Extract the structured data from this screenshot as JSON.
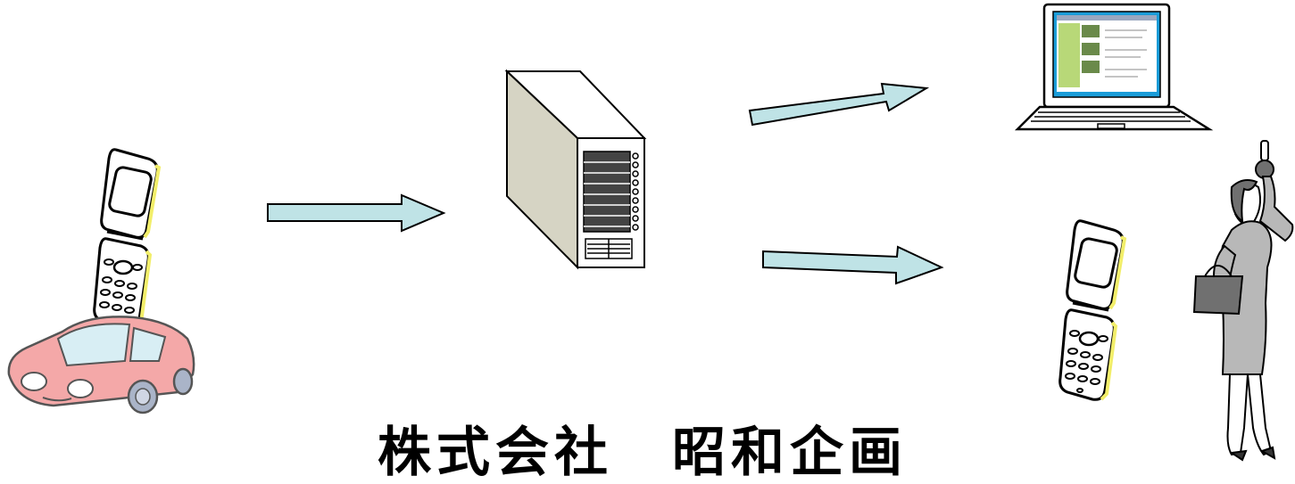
{
  "diagram": {
    "footer_text": "株式会社　昭和企画",
    "nodes": [
      {
        "id": "source-phone",
        "icon": "flip-phone-icon"
      },
      {
        "id": "car",
        "icon": "car-icon"
      },
      {
        "id": "server",
        "icon": "server-tower-icon"
      },
      {
        "id": "laptop",
        "icon": "laptop-icon"
      },
      {
        "id": "receiver-phone",
        "icon": "flip-phone-icon"
      },
      {
        "id": "businesswoman",
        "icon": "businesswoman-icon"
      }
    ],
    "edges": [
      {
        "from": "source-phone",
        "to": "server"
      },
      {
        "from": "server",
        "to": "laptop"
      },
      {
        "from": "server",
        "to": "receiver-phone"
      }
    ],
    "colors": {
      "arrow_fill": "#bfe3e6",
      "car_body": "#f4a8a8",
      "server_body": "#d6d4c4",
      "laptop_screen": "#1a9cd8",
      "phone_accent": "#f2ee6a",
      "suit_gray": "#b8b8b8"
    }
  }
}
